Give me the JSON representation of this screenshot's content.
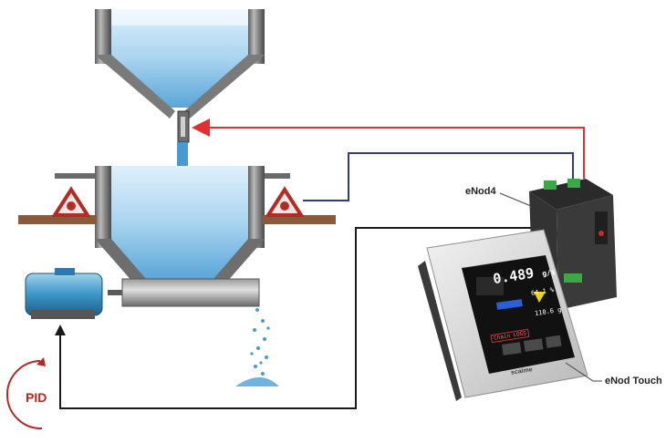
{
  "labels": {
    "enod4": "eNod4",
    "enod_touch": "eNod Touch",
    "pid": "PID"
  },
  "screen": {
    "big_value": "0.489",
    "big_unit": "g/s",
    "row_values": [
      "64.1",
      "110.6"
    ],
    "row_units": [
      "%",
      "g"
    ],
    "chain_label": "Chain LOGS",
    "brand": "scaime"
  },
  "colors": {
    "red_arrow": "#e03030",
    "blue_line": "#2c3a8f",
    "black_line": "#1a1a1a",
    "material": "#5aa6d8",
    "steel": "#8c8c8c",
    "pid_arc": "#b22a22"
  }
}
